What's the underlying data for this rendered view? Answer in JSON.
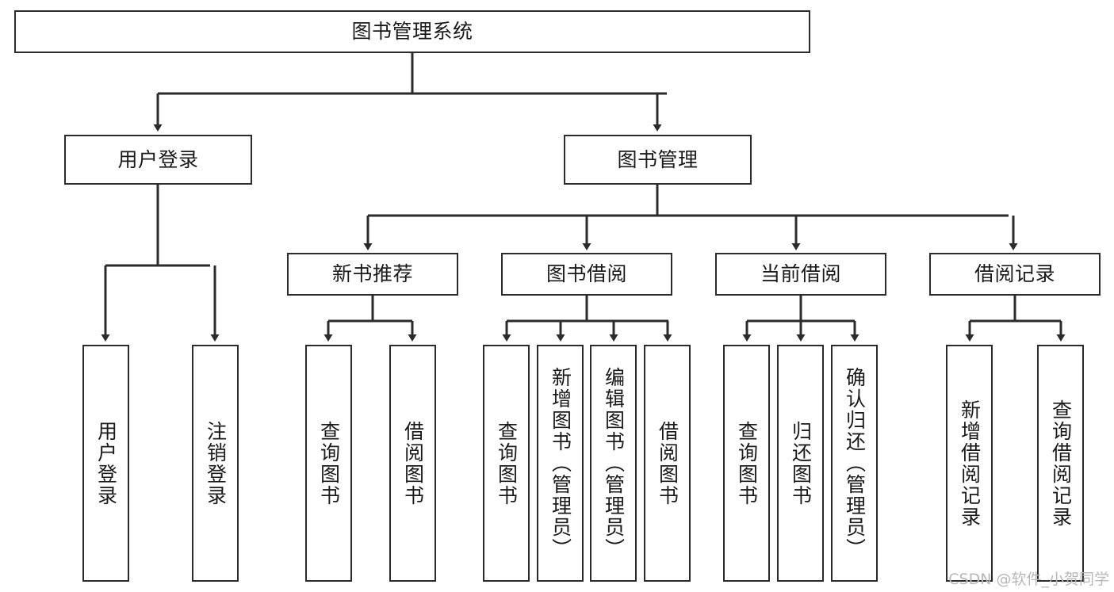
{
  "diagram": {
    "type": "tree-hierarchy",
    "title": "图书管理系统",
    "watermark": "CSDN @软件_小贺同学",
    "colors": {
      "stroke": "#2b2b2b",
      "fill": "#ffffff",
      "text": "#1a1a1a",
      "watermark": "#b8b8b8"
    },
    "nodes": {
      "root": {
        "label": "图书管理系统"
      },
      "level2": [
        {
          "id": "user-login",
          "label": "用户登录"
        },
        {
          "id": "book-manage",
          "label": "图书管理"
        }
      ],
      "level3": [
        {
          "id": "new-book-recommend",
          "label": "新书推荐"
        },
        {
          "id": "book-borrow",
          "label": "图书借阅"
        },
        {
          "id": "current-borrow",
          "label": "当前借阅"
        },
        {
          "id": "borrow-record",
          "label": "借阅记录"
        }
      ],
      "leaves": {
        "user-login": [
          {
            "id": "leaf-user-login",
            "label": "用户登录"
          },
          {
            "id": "leaf-logout",
            "label": "注销登录"
          }
        ],
        "new-book-recommend": [
          {
            "id": "leaf-query-book-1",
            "label": "查询图书"
          },
          {
            "id": "leaf-borrow-book-1",
            "label": "借阅图书"
          }
        ],
        "book-borrow": [
          {
            "id": "leaf-query-book-2",
            "label": "查询图书"
          },
          {
            "id": "leaf-add-book",
            "label": "新增图书（管理员）"
          },
          {
            "id": "leaf-edit-book",
            "label": "编辑图书（管理员）"
          },
          {
            "id": "leaf-borrow-book-2",
            "label": "借阅图书"
          }
        ],
        "current-borrow": [
          {
            "id": "leaf-query-book-3",
            "label": "查询图书"
          },
          {
            "id": "leaf-return-book",
            "label": "归还图书"
          },
          {
            "id": "leaf-confirm-return",
            "label": "确认归还（管理员）"
          }
        ],
        "borrow-record": [
          {
            "id": "leaf-add-record",
            "label": "新增借阅记录"
          },
          {
            "id": "leaf-query-record",
            "label": "查询借阅记录"
          }
        ]
      }
    }
  }
}
